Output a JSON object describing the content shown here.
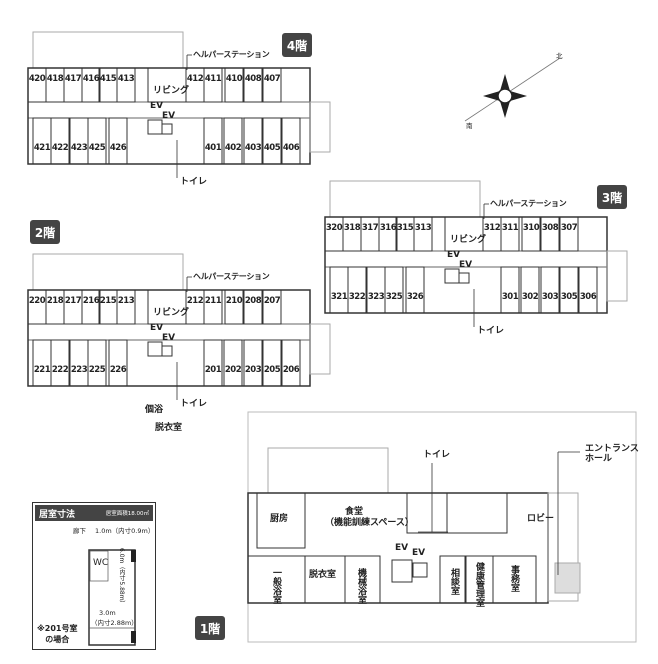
{
  "floors": {
    "f4": {
      "badge": "4階",
      "top": [
        "420",
        "418",
        "417",
        "416",
        "415",
        "413"
      ],
      "top_right": [
        "412",
        "411",
        "410",
        "408",
        "407"
      ],
      "bottom": [
        "421",
        "422",
        "423",
        "425",
        "426"
      ],
      "bottom_right": [
        "401",
        "402",
        "403",
        "405",
        "406"
      ],
      "living": "リビング",
      "helper": "ヘルパーステーション",
      "ev1": "EV",
      "ev2": "EV",
      "toilet": "トイレ"
    },
    "f3": {
      "badge": "3階",
      "top": [
        "320",
        "318",
        "317",
        "316",
        "315",
        "313"
      ],
      "top_right": [
        "312",
        "311",
        "310",
        "308",
        "307"
      ],
      "bottom": [
        "321",
        "322",
        "323",
        "325",
        "326"
      ],
      "bottom_right": [
        "301",
        "302",
        "303",
        "305",
        "306"
      ],
      "living": "リビング",
      "helper": "ヘルパーステーション",
      "ev1": "EV",
      "ev2": "EV",
      "toilet": "トイレ"
    },
    "f2": {
      "badge": "2階",
      "top": [
        "220",
        "218",
        "217",
        "216",
        "215",
        "213"
      ],
      "top_right": [
        "212",
        "211",
        "210",
        "208",
        "207"
      ],
      "bottom": [
        "221",
        "222",
        "223",
        "225",
        "226"
      ],
      "bottom_right": [
        "201",
        "202",
        "203",
        "205",
        "206"
      ],
      "living": "リビング",
      "helper": "ヘルパーステーション",
      "ev1": "EV",
      "ev2": "EV",
      "toilet": "トイレ",
      "bath": "個浴",
      "dressing": "脱衣室"
    },
    "f1": {
      "badge": "1階",
      "kitchen": "厨房",
      "dining": "食堂",
      "dining_sub": "（機能訓練スペース）",
      "toilet": "トイレ",
      "lobby": "ロビー",
      "entrance": "エントランス\nホール",
      "ev1": "EV",
      "ev2": "EV",
      "general_bath": "一般浴室",
      "dressing": "脱衣室",
      "machine_bath": "機械浴室",
      "consult": "相談室",
      "health": "健康管理室",
      "office": "事務室"
    }
  },
  "compass": {
    "north": "北",
    "south": "南"
  },
  "room_size": {
    "title": "居室寸法",
    "area": "居室面積18.00㎡",
    "corridor": "廊下",
    "door_width": "1.0m（内寸0.9m）",
    "wc": "WC",
    "depth": "6.0m（内寸5.88m）",
    "width": "3.0m",
    "width_inner": "（内寸2.88m）",
    "note": "※201号室\nの場合"
  }
}
